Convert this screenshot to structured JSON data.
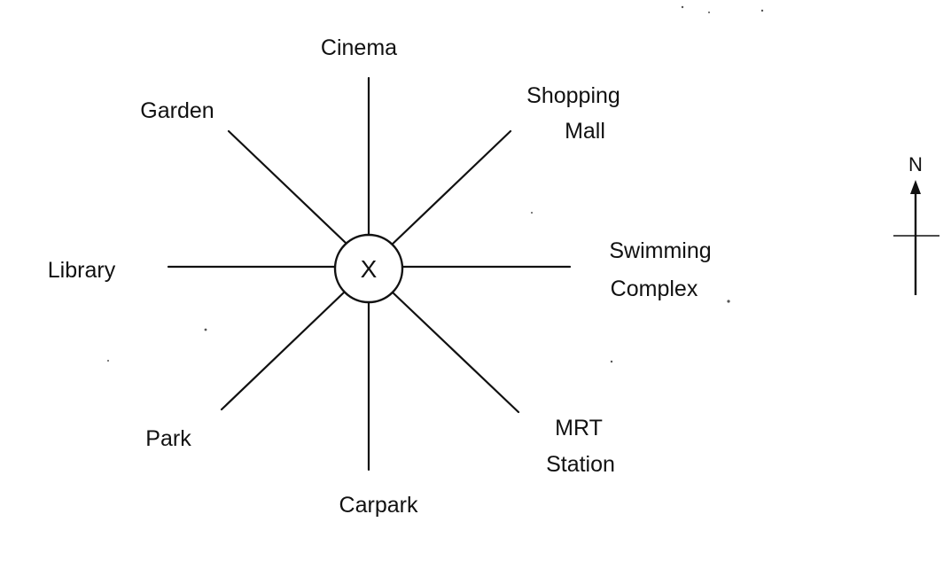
{
  "diagram": {
    "center": {
      "label": "X"
    },
    "places": {
      "north": {
        "lines": [
          "Cinema"
        ]
      },
      "northeast": {
        "lines": [
          "Shopping",
          "Mall"
        ]
      },
      "east": {
        "lines": [
          "Swimming",
          "Complex"
        ]
      },
      "southeast": {
        "lines": [
          "MRT",
          "Station"
        ]
      },
      "south": {
        "lines": [
          "Carpark"
        ]
      },
      "southwest": {
        "lines": [
          "Park"
        ]
      },
      "west": {
        "lines": [
          "Library"
        ]
      },
      "northwest": {
        "lines": [
          "Garden"
        ]
      }
    },
    "compass": {
      "label": "N"
    }
  }
}
